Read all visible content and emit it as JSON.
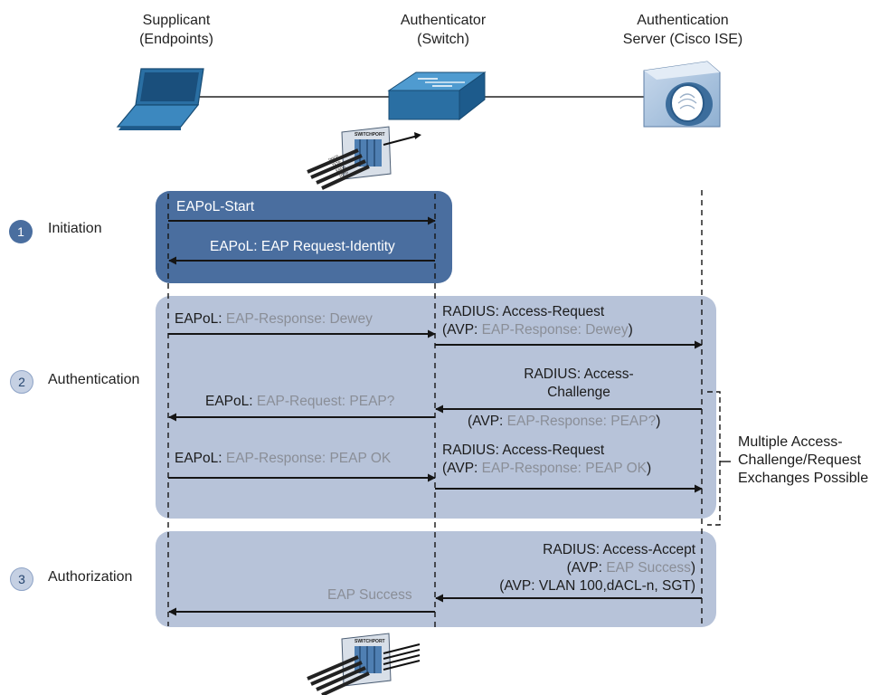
{
  "entities": {
    "supplicant": {
      "line1": "Supplicant",
      "line2": "(Endpoints)"
    },
    "authenticator": {
      "line1": "Authenticator",
      "line2": "(Switch)"
    },
    "server": {
      "line1": "Authentication",
      "line2": "Server (Cisco ISE)"
    }
  },
  "icons": [
    "laptop-icon",
    "switch-icon",
    "server-icon",
    "switchport-icon"
  ],
  "colors": {
    "phase1_panel": "#4a6e9f",
    "phase23_panel": "#b7c3d9",
    "icon_blue": "#2a6fa3",
    "gray_text": "#8a8e97"
  },
  "phases": [
    {
      "number": "1",
      "label": "Initiation"
    },
    {
      "number": "2",
      "label": "Authentication"
    },
    {
      "number": "3",
      "label": "Authorization"
    }
  ],
  "switchport": {
    "label": "SWITCHPORT",
    "ports": [
      "DHCP",
      "TFTP",
      "EAPoL",
      "HTTP"
    ]
  },
  "messages": {
    "m1": {
      "text": "EAPoL-Start"
    },
    "m2": {
      "text": "EAPoL: EAP Request-Identity"
    },
    "m3": {
      "prefix": "EAPoL: ",
      "rest": "EAP-Response: Dewey"
    },
    "m4": {
      "line1": "RADIUS: Access-Request",
      "l2a": "(AVP: ",
      "l2b": "EAP-Response: Dewey",
      "l2c": ")"
    },
    "m5": {
      "line1": "RADIUS: Access-",
      "line2": "Challenge",
      "l3a": "(AVP: ",
      "l3b": "EAP-Response: PEAP?",
      "l3c": ")"
    },
    "m6": {
      "prefix": "EAPoL: ",
      "rest": "EAP-Request: PEAP?"
    },
    "m7": {
      "prefix": "EAPoL: ",
      "rest": "EAP-Response: PEAP OK"
    },
    "m8": {
      "line1": "RADIUS: Access-Request",
      "l2a": "(AVP: ",
      "l2b": "EAP-Response: PEAP OK",
      "l2c": ")"
    },
    "m9": {
      "line1": "RADIUS: Access-Accept",
      "l2a": "(AVP: ",
      "l2b": "EAP Success",
      "l2c": ")",
      "line3": "(AVP: VLAN 100,dACL-n, SGT)"
    },
    "m10": {
      "text": "EAP Success"
    }
  },
  "note": {
    "line1": "Multiple Access-",
    "line2": "Challenge/Request",
    "line3": "Exchanges Possible"
  }
}
